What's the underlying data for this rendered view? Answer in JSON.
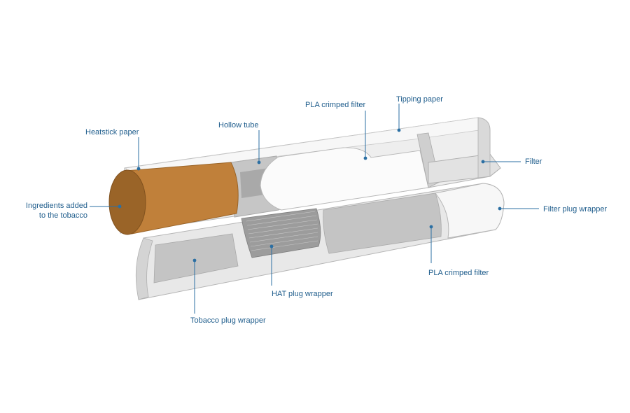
{
  "colors": {
    "label": "#1f5d8c",
    "leader": "#2b6fa3",
    "tobacco": "#c0803a",
    "tobacco_end": "#9a6428",
    "paper": "#ececec",
    "paper_shade": "#d6d6d6",
    "core": "#c4c4c4"
  },
  "labels": {
    "heatstick_paper": "Heatstick paper",
    "hollow_tube": "Hollow tube",
    "pla_crimped_filter_top": "PLA crimped filter",
    "tipping_paper": "Tipping paper",
    "filter": "Filter",
    "filter_plug_wrapper": "Filter plug wrapper",
    "ingredients_line1": "Ingredients added",
    "ingredients_line2": "to the tobacco",
    "pla_crimped_filter_bottom": "PLA crimped filter",
    "hat_plug_wrapper": "HAT plug wrapper",
    "tobacco_plug_wrapper": "Tobacco plug wrapper"
  }
}
